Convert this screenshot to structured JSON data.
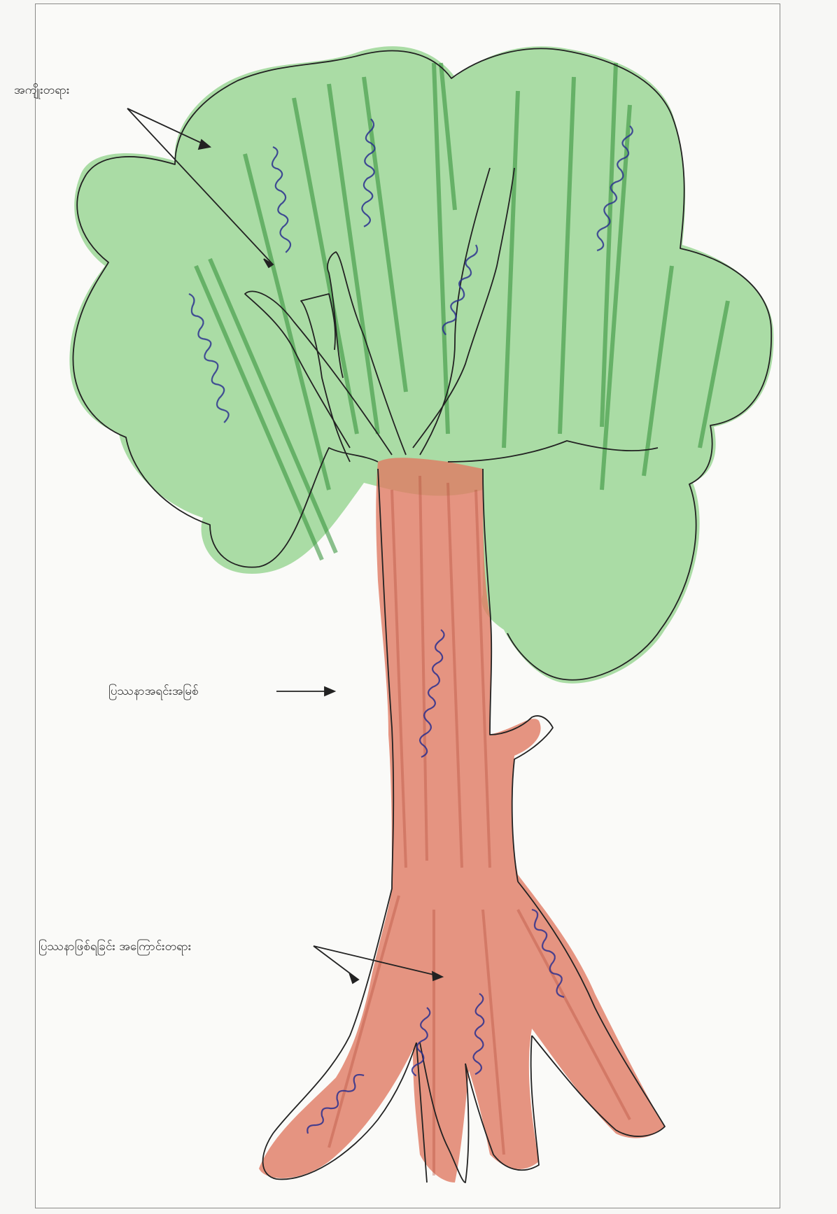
{
  "labels": {
    "fruits": "အကျိုးတရား",
    "core_problem": "ပြဿနာအရင်းအမြစ်",
    "causes": "ပြဿနာဖြစ်ရခြင်း အကြောင်းတရား"
  },
  "colors": {
    "foliage": "#6fbf6a",
    "foliage_dark": "#2f8f35",
    "trunk": "#d96a52",
    "outline": "#222222",
    "handwriting": "#2a2f8f"
  }
}
